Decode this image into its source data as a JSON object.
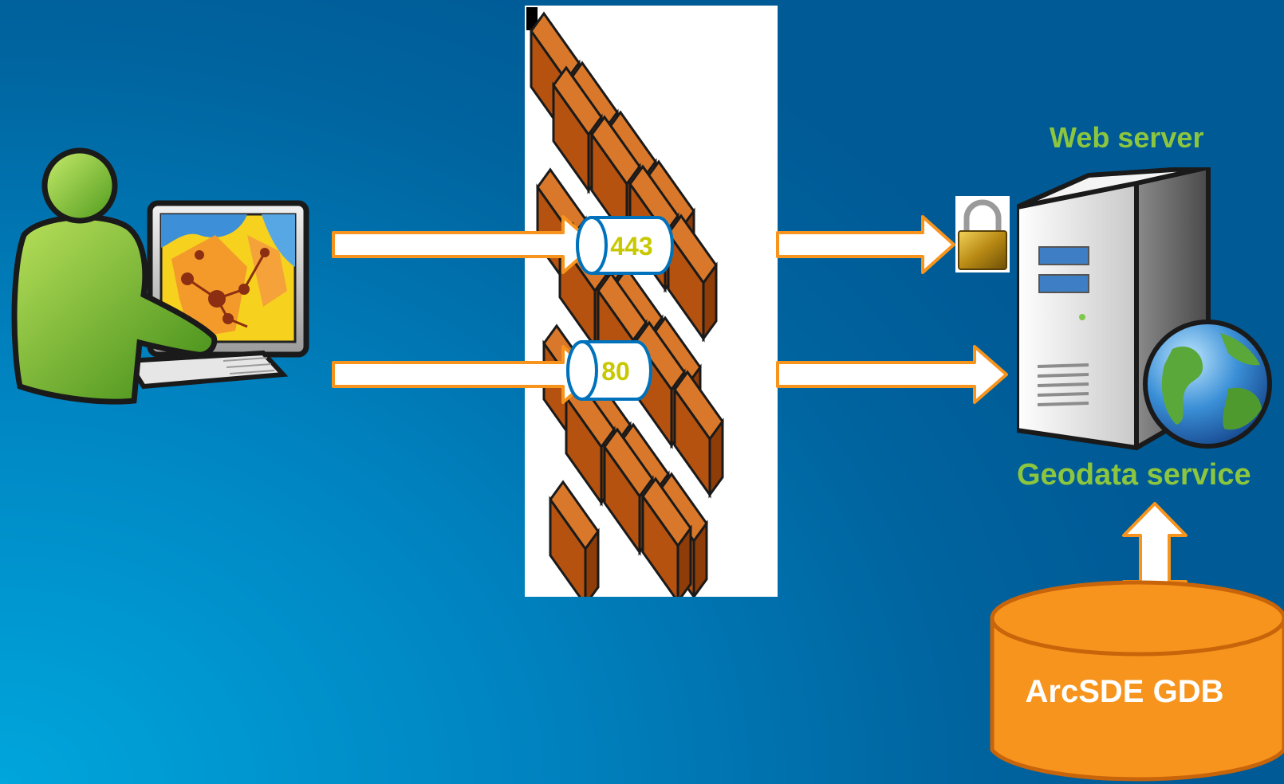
{
  "nodes": {
    "web_server": "Web server",
    "geodata_service": "Geodata service",
    "database": "ArcSDE GDB"
  },
  "ports": {
    "https": "443",
    "http": "80"
  },
  "icons": {
    "client": "user-at-computer-icon",
    "firewall": "brick-wall-icon",
    "lock": "padlock-icon",
    "server": "server-tower-icon",
    "globe": "globe-icon",
    "database": "database-cylinder-icon"
  },
  "colors": {
    "label_green": "#8cc63f",
    "arrow_fill": "#ffffff",
    "arrow_stroke": "#f7941d",
    "database_fill": "#f7941d",
    "database_stroke": "#c8640a",
    "brick": "#b5520f",
    "port_text": "#c8c800",
    "port_stroke": "#0072bc"
  }
}
